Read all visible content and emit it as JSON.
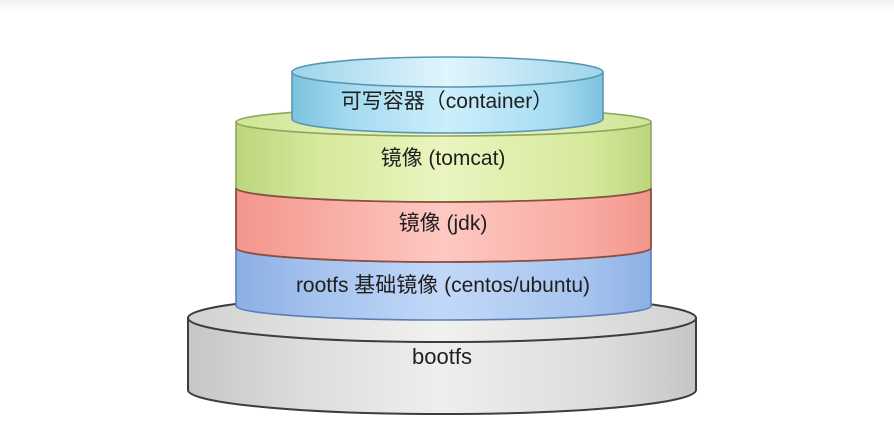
{
  "page": {
    "background": "#ffffff",
    "text_color": "#1f1f1f"
  },
  "stack": {
    "description_names": [
      "container-layer",
      "tomcat-image-layer",
      "jdk-image-layer",
      "rootfs-image-layer",
      "bootfs-base"
    ],
    "layers": [
      {
        "label": "可写容器（container）",
        "fill_center": "#cdeefb",
        "fill_edge": "#7cc2de",
        "stroke": "#5a96b4"
      },
      {
        "label": "镜像 (tomcat)",
        "fill_center": "#eaf5c0",
        "fill_edge": "#bcd67d",
        "stroke": "#8fa65a"
      },
      {
        "label": "镜像 (jdk)",
        "fill_center": "#fdc9c2",
        "fill_edge": "#f2968c",
        "stroke": "#8a4f41"
      },
      {
        "label": "rootfs 基础镜像 (centos/ubuntu)",
        "fill_center": "#c3d8f8",
        "fill_edge": "#8cb0e4",
        "stroke": "#5a7fb5"
      },
      {
        "label": "bootfs",
        "fill_center": "#ececea",
        "fill_edge": "#c9c9c7",
        "stroke": "#3d3d3d"
      }
    ]
  }
}
